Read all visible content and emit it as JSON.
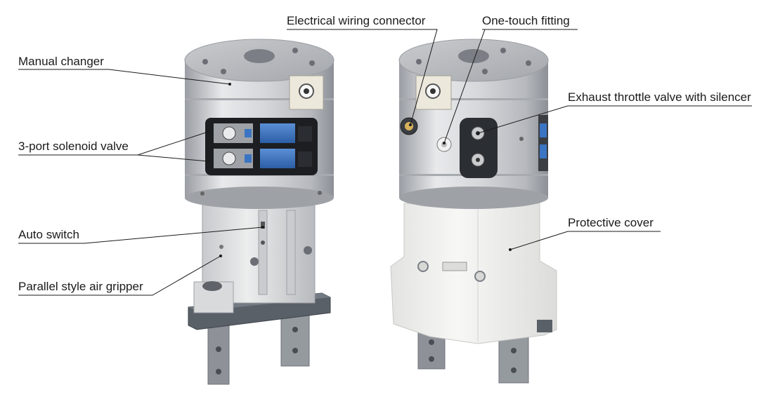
{
  "labels": {
    "manual_changer": "Manual changer",
    "solenoid_valve": "3-port solenoid valve",
    "auto_switch": "Auto switch",
    "air_gripper": "Parallel style air gripper",
    "wiring_connector": "Electrical wiring connector",
    "one_touch_fitting": "One-touch fitting",
    "exhaust_valve": "Exhaust throttle valve with silencer",
    "protective_cover": "Protective cover"
  },
  "colors": {
    "metal_light": "#e6e7e9",
    "metal_mid": "#b9bcc1",
    "metal_dark": "#8a8e94",
    "valve_blue": "#3b74c2",
    "cover_white": "#f1f1f0",
    "clamp_dark": "#5a6068",
    "leader_line": "#1a1a1a"
  }
}
